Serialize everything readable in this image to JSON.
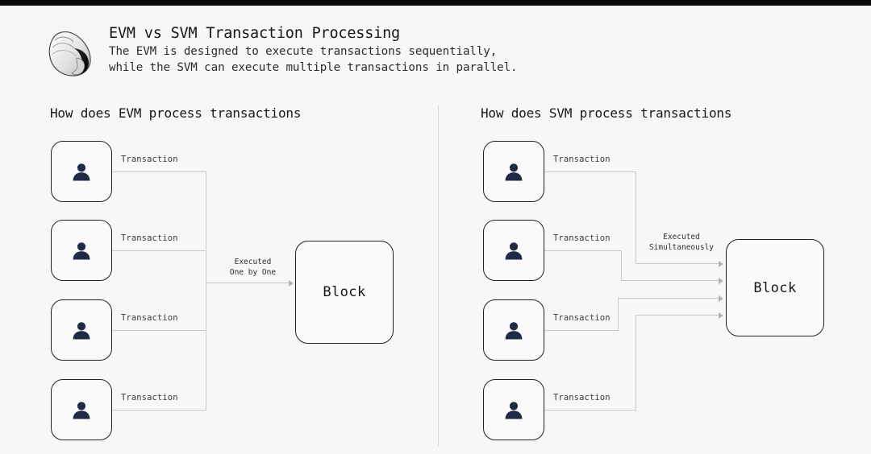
{
  "header": {
    "logo_icon": "snail-shell-logo",
    "title": "EVM vs SVM Transaction Processing",
    "subtitle_line1": "The EVM is designed to execute transactions sequentially,",
    "subtitle_line2": "while the SVM can execute multiple transactions in parallel."
  },
  "colors": {
    "background": "#f7f7f7",
    "box_border": "#20202c",
    "wire": "#c9c9c9",
    "avatar": "#1f2a44",
    "text": "#17171b",
    "topbar": "#0a0a0a"
  },
  "panels": [
    {
      "id": "evm",
      "heading": "How does EVM process transactions",
      "users": [
        {
          "icon": "user-avatar-icon",
          "wire_label": "Transaction"
        },
        {
          "icon": "user-avatar-icon",
          "wire_label": "Transaction"
        },
        {
          "icon": "user-avatar-icon",
          "wire_label": "Transaction"
        },
        {
          "icon": "user-avatar-icon",
          "wire_label": "Transaction"
        }
      ],
      "exec_label_line1": "Executed",
      "exec_label_line2": "One by One",
      "block_label": "Block"
    },
    {
      "id": "svm",
      "heading": "How does SVM process transactions",
      "users": [
        {
          "icon": "user-avatar-icon",
          "wire_label": "Transaction"
        },
        {
          "icon": "user-avatar-icon",
          "wire_label": "Transaction"
        },
        {
          "icon": "user-avatar-icon",
          "wire_label": "Transaction"
        },
        {
          "icon": "user-avatar-icon",
          "wire_label": "Transaction"
        }
      ],
      "exec_label_line1": "Executed",
      "exec_label_line2": "Simultaneously",
      "block_label": "Block"
    }
  ]
}
